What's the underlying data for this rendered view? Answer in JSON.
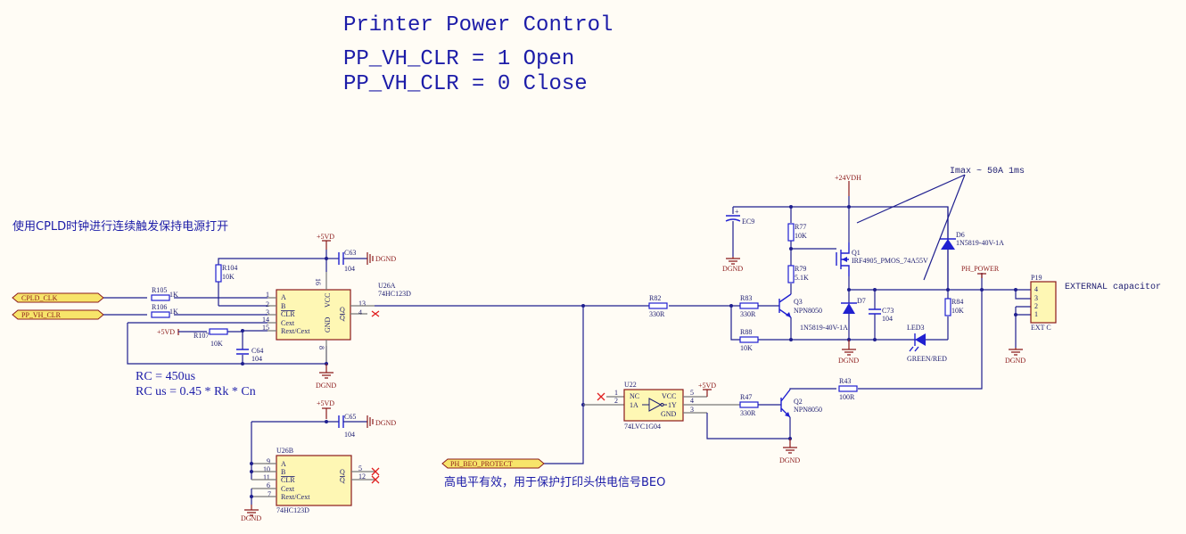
{
  "title": {
    "heading": "Printer Power Control",
    "line1": "PP_VH_CLR = 1 Open",
    "line2": "PP_VH_CLR = 0 Close"
  },
  "notes": {
    "cpld_note": "使用CPLD时钟进行连续触发保持电源打开",
    "rc1": "RC = 450us",
    "rc2": "RC us = 0.45 * Rk * Cn",
    "beo_note": "高电平有效，用于保护打印头供电信号BEO",
    "imax": "Imax ~ 50A 1ms",
    "ext_cap": "EXTERNAL capacitor"
  },
  "ports": {
    "cpld_clk": "CPLD_CLK",
    "pp_vh_clr": "PP_VH_CLR",
    "ph_beo_protect": "PH_BEO_PROTECT"
  },
  "power": {
    "p5vd": "+5VD",
    "dgnd": "DGND",
    "p24vdh": "+24VDH",
    "ph_power": "PH_POWER"
  },
  "u26a": {
    "ref": "U26A",
    "part": "74HC123D",
    "pins_left": [
      {
        "num": "1",
        "name": "A"
      },
      {
        "num": "2",
        "name": "B"
      },
      {
        "num": "3",
        "name": "CLR"
      },
      {
        "num": "14",
        "name": "Cext"
      },
      {
        "num": "15",
        "name": "Rext/Cext"
      }
    ],
    "vcc": "VCC",
    "gnd": "GND",
    "vcc_pin": "16",
    "gnd_pin": "8",
    "q": "Q",
    "qn": "Q",
    "q_pin": "13",
    "qn_pin": "4"
  },
  "u26b": {
    "ref": "U26B",
    "part": "74HC123D",
    "pins_left": [
      {
        "num": "9",
        "name": "A"
      },
      {
        "num": "10",
        "name": "B"
      },
      {
        "num": "11",
        "name": "CLR"
      },
      {
        "num": "6",
        "name": "Cext"
      },
      {
        "num": "7",
        "name": "Rext/Cext"
      }
    ],
    "q": "Q",
    "qn": "Q",
    "q_pin": "5",
    "qn_pin": "12"
  },
  "u22": {
    "ref": "U22",
    "part": "74LVC1G04",
    "nc": "NC",
    "a": "1A",
    "vcc": "VCC",
    "y": "1Y",
    "gnd": "GND",
    "pins": [
      "1",
      "2",
      "5",
      "4",
      "3"
    ]
  },
  "p19": {
    "ref": "P19",
    "value": "EXT C",
    "pins": [
      "4",
      "3",
      "2",
      "1"
    ]
  },
  "resistors": {
    "r104": {
      "ref": "R104",
      "value": "10K"
    },
    "r105": {
      "ref": "R105",
      "value": "1K"
    },
    "r106": {
      "ref": "R106",
      "value": "1K"
    },
    "r107": {
      "ref": "R107",
      "value": "10K"
    },
    "r82": {
      "ref": "R82",
      "value": "330R"
    },
    "r83": {
      "ref": "R83",
      "value": "330R"
    },
    "r88": {
      "ref": "R88",
      "value": "10K"
    },
    "r77": {
      "ref": "R77",
      "value": "10K"
    },
    "r79": {
      "ref": "R79",
      "value": "5.1K"
    },
    "r84": {
      "ref": "R84",
      "value": "10K"
    },
    "r47": {
      "ref": "R47",
      "value": "330R"
    },
    "r43": {
      "ref": "R43",
      "value": "100R"
    }
  },
  "capacitors": {
    "c63": {
      "ref": "C63",
      "value": "104"
    },
    "c64": {
      "ref": "C64",
      "value": "104"
    },
    "c65": {
      "ref": "C65",
      "value": "104"
    },
    "c73": {
      "ref": "C73",
      "value": "104"
    },
    "ec9": {
      "ref": "EC9",
      "value": ""
    }
  },
  "semis": {
    "q1": {
      "ref": "Q1",
      "value": "IRF4905_PMOS_74A55V"
    },
    "q2": {
      "ref": "Q2",
      "value": "NPN8050"
    },
    "q3": {
      "ref": "Q3",
      "value": "NPN8050"
    },
    "d6": {
      "ref": "D6",
      "value": "1N5819-40V-1A"
    },
    "d7": {
      "ref": "D7",
      "value": "1N5819-40V-1A"
    },
    "led3": {
      "ref": "LED3",
      "value": "GREEN/RED"
    }
  }
}
